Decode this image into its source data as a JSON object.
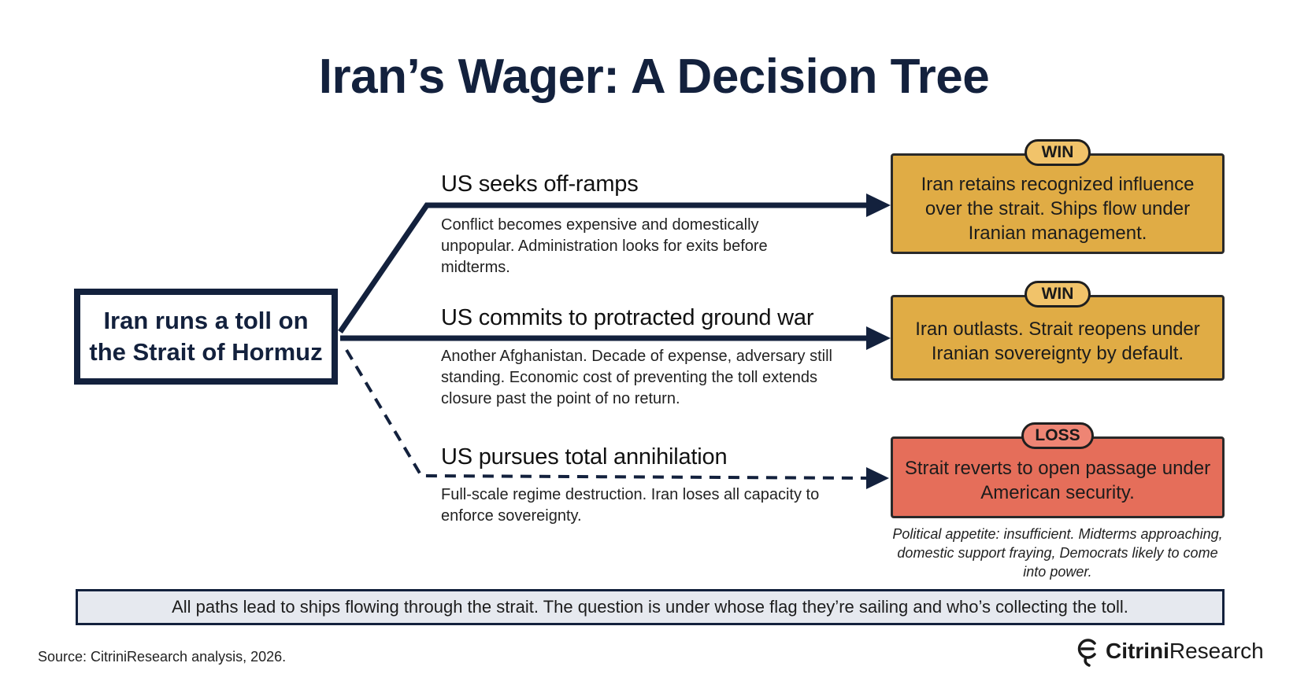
{
  "title": "Iran’s Wager: A Decision Tree",
  "root": {
    "line1": "Iran runs a toll on",
    "line2": "the Strait of Hormuz"
  },
  "branches": [
    {
      "title": "US seeks off-ramps",
      "description": "Conflict becomes expensive and domestically unpopular. Administration looks for exits before midterms.",
      "line_style": "solid",
      "outcome": {
        "badge": "WIN",
        "text": "Iran retains recognized influence over the strait. Ships flow under Iranian management."
      }
    },
    {
      "title": "US commits to protracted ground war",
      "description": "Another Afghanistan. Decade of expense, adversary still standing. Economic cost of preventing the toll extends closure past the point of no return.",
      "line_style": "solid",
      "outcome": {
        "badge": "WIN",
        "text": "Iran outlasts. Strait reopens under Iranian sovereignty by default."
      }
    },
    {
      "title": "US pursues total annihilation",
      "description": "Full-scale regime destruction. Iran loses all capacity to enforce sovereignty.",
      "line_style": "dashed",
      "outcome": {
        "badge": "LOSS",
        "text": "Strait reverts to open passage under American security.",
        "note": "Political appetite: insufficient. Midterms approaching, domestic support fraying, Democrats likely to come into power."
      }
    }
  ],
  "summary": "All paths lead to ships flowing through the strait. The question is under whose flag they’re sailing and who’s collecting the toll.",
  "source": "Source: CitriniResearch analysis, 2026.",
  "brand": {
    "bold": "Citrini",
    "regular": "Research",
    "icon": "citrini-logo-icon"
  },
  "colors": {
    "navy": "#13213d",
    "win": "#e0ac45",
    "loss": "#e56e5a",
    "banner": "#e6e9ef"
  }
}
